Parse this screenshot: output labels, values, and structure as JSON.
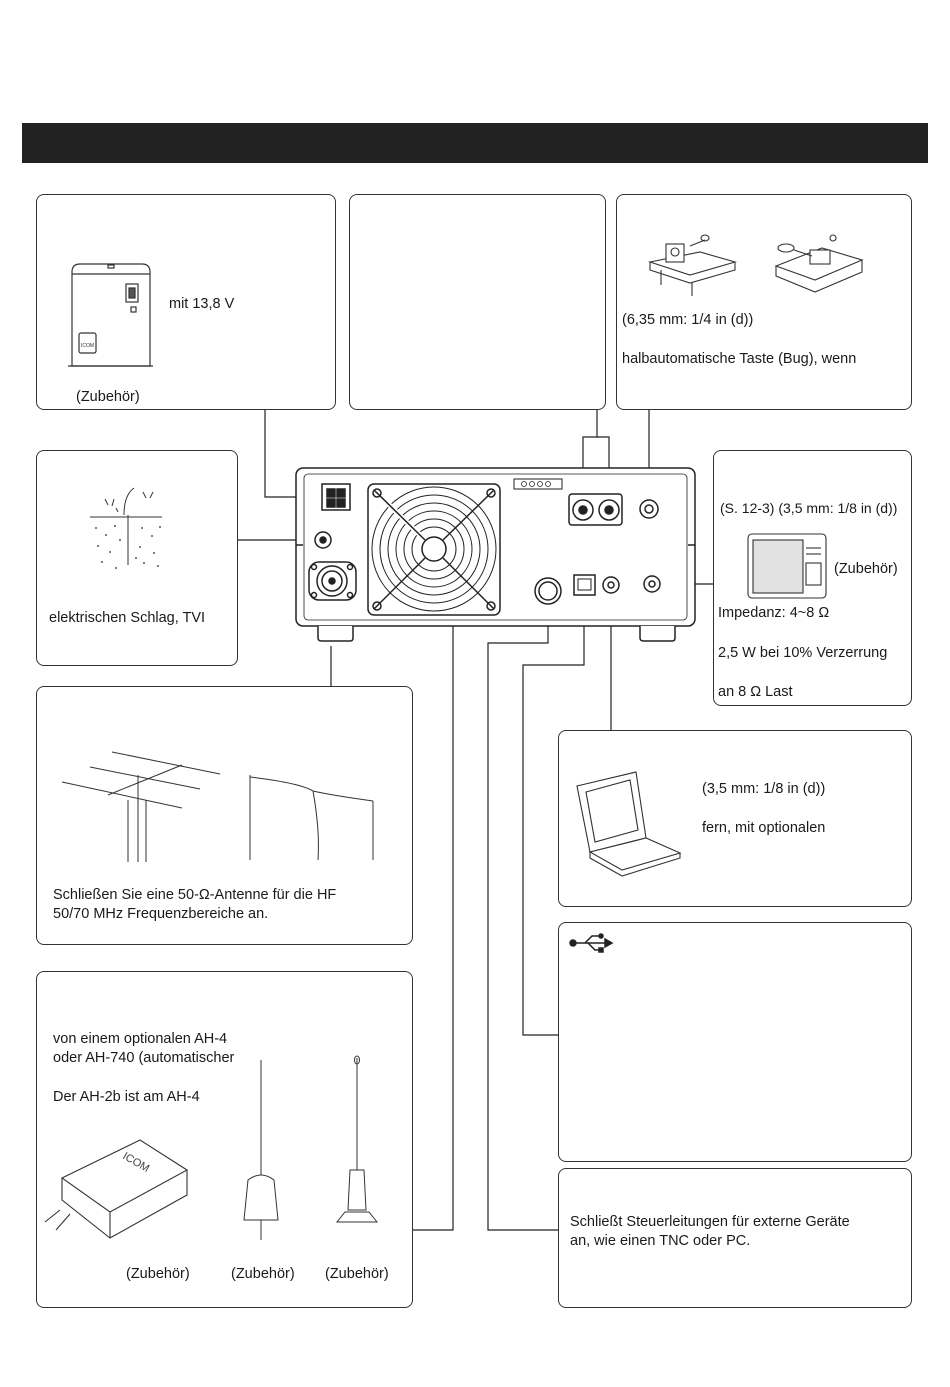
{
  "power_supply": {
    "text_voltage": "mit 13,8 V",
    "caption": "(Zubehör)"
  },
  "key": {
    "plug_size": "(6,35 mm: 1/4 in (d))",
    "bug_text": "halbautomatische Taste (Bug), wenn"
  },
  "ground": {
    "text": "elektrischen Schlag, TVI"
  },
  "speaker": {
    "plug_size": "(S. 12-3) (3,5 mm: 1/8 in (d))",
    "caption": "(Zubehör)",
    "impedance": "Impedanz: 4~8 Ω",
    "power": "2,5 W bei 10% Verzerrung",
    "load": "an 8 Ω Last"
  },
  "antenna": {
    "line1": "Schließen Sie eine 50-Ω-Antenne für die HF",
    "line2": "50/70 MHz Frequenzbereiche an."
  },
  "pc": {
    "plug_size": "(3,5 mm: 1/8 in (d))",
    "text": "fern, mit optionalen"
  },
  "tuner": {
    "line1": "von einem optionalen AH-4",
    "line2": "oder AH-740 (automatischer",
    "line3": "Der AH-2b ist am AH-4",
    "caption1": "(Zubehör)",
    "caption2": "(Zubehör)",
    "caption3": "(Zubehör)",
    "logo": "ICOM"
  },
  "acc": {
    "line1": "Schließt Steuerleitungen für externe Geräte",
    "line2": "an, wie einen TNC oder PC."
  },
  "power_supply_logo": "ICOM"
}
